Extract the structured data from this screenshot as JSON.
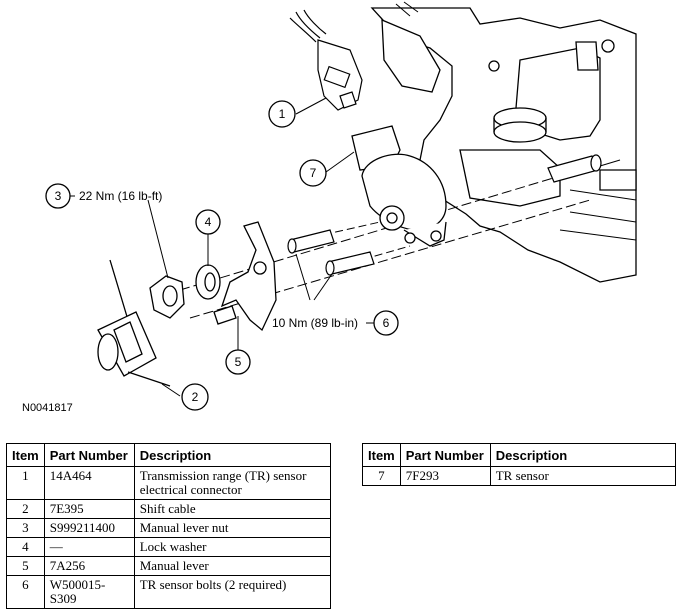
{
  "figure": {
    "id": "N0041817",
    "callouts": [
      {
        "num": "1"
      },
      {
        "num": "7"
      },
      {
        "num": "3",
        "label": "22 Nm (16 lb-ft)"
      },
      {
        "num": "4"
      },
      {
        "num": "5"
      },
      {
        "num": "6",
        "label": "10 Nm (89 lb-in)"
      },
      {
        "num": "2"
      }
    ]
  },
  "table_headers": {
    "item": "Item",
    "part_number": "Part Number",
    "description": "Description"
  },
  "parts_left": [
    {
      "item": "1",
      "part_number": "14A464",
      "description": "Transmission range (TR) sensor electrical connector"
    },
    {
      "item": "2",
      "part_number": "7E395",
      "description": "Shift cable"
    },
    {
      "item": "3",
      "part_number": "S999211400",
      "description": "Manual lever nut"
    },
    {
      "item": "4",
      "part_number": "—",
      "description": "Lock washer"
    },
    {
      "item": "5",
      "part_number": "7A256",
      "description": "Manual lever"
    },
    {
      "item": "6",
      "part_number": "W500015-S309",
      "description": "TR sensor bolts (2 required)"
    }
  ],
  "parts_right": [
    {
      "item": "7",
      "part_number": "7F293",
      "description": "TR sensor"
    }
  ]
}
